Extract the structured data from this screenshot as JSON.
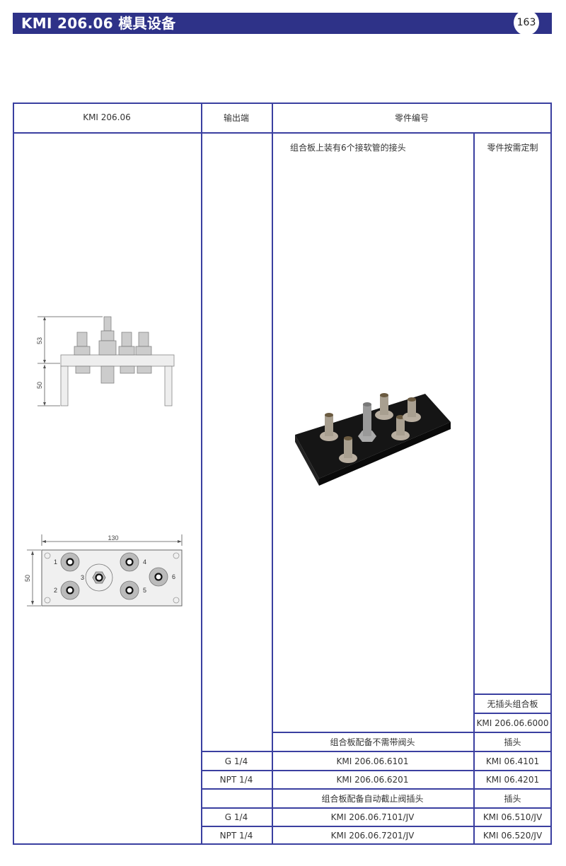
{
  "header": {
    "title": "KMI 206.06 模具设备",
    "page_number": "163",
    "bar_color": "#2e3288"
  },
  "table": {
    "border_color": "#3a3fa0",
    "columns": {
      "model": "KMI 206.06",
      "output": "输出端",
      "part_number": "零件编号"
    },
    "subheaders": {
      "plate_with_hose_connectors": "组合板上装有6个接软管的接头",
      "parts_custom": "零件按需定制"
    },
    "plate_without_plugs": {
      "label": "无插头组合板",
      "part": "KMI 206.06.6000"
    },
    "section_no_valve": {
      "label": "组合板配备不需带阀头",
      "plug_label": "插头",
      "rows": [
        {
          "output": "G 1/4",
          "part": "KMI 206.06.6101",
          "plug": "KMI 06.4101"
        },
        {
          "output": "NPT 1/4",
          "part": "KMI 206.06.6201",
          "plug": "KMI 06.4201"
        }
      ]
    },
    "section_auto_shutoff": {
      "label": "组合板配备自动截止阀插头",
      "plug_label": "插头",
      "rows": [
        {
          "output": "G 1/4",
          "part": "KMI 206.06.7101/JV",
          "plug": "KMI 06.510/JV"
        },
        {
          "output": "NPT 1/4",
          "part": "KMI 206.06.7201/JV",
          "plug": "KMI 06.520/JV"
        }
      ]
    }
  },
  "drawings": {
    "side_view": {
      "dim_top": "53",
      "dim_bottom": "50"
    },
    "top_view": {
      "dim_width": "130",
      "dim_height": "50",
      "port_labels": [
        "1",
        "2",
        "3",
        "4",
        "5",
        "6"
      ]
    }
  }
}
